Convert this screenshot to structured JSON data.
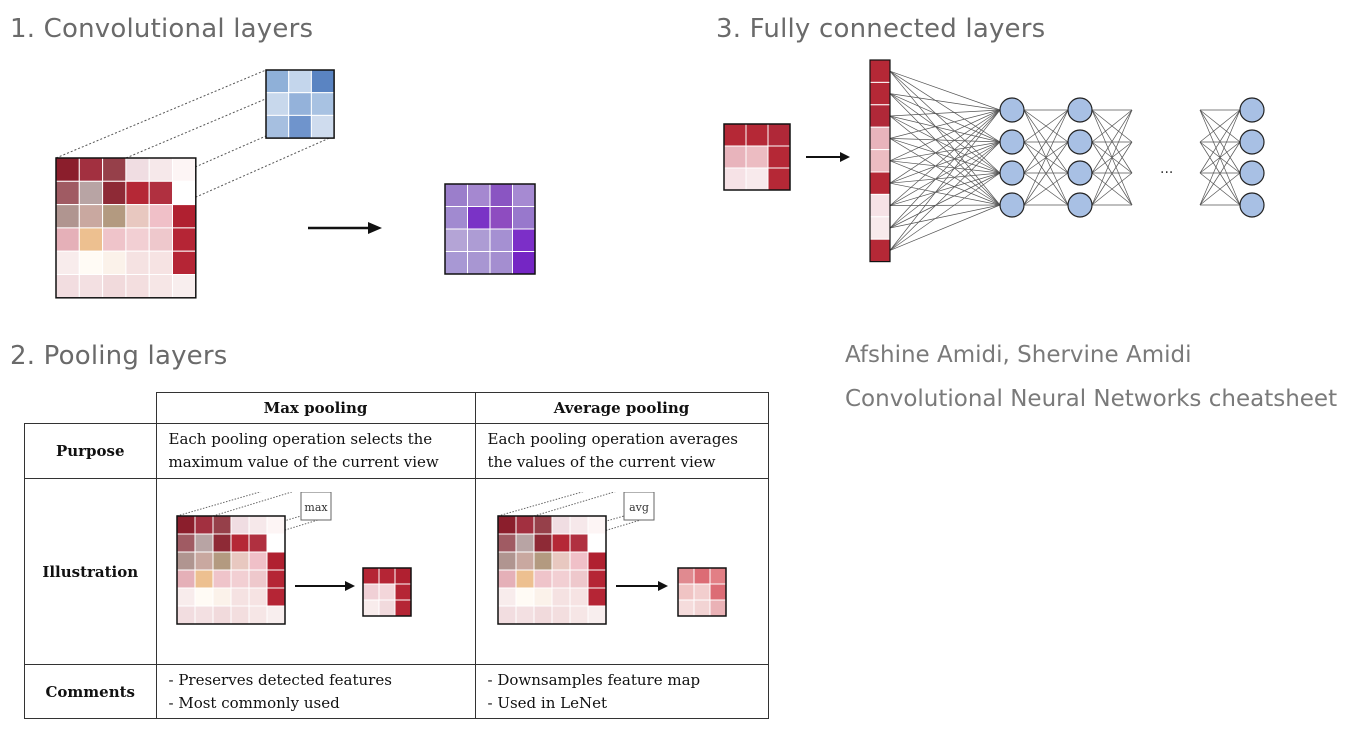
{
  "headings": {
    "conv": "1. Convolutional layers",
    "pool": "2. Pooling layers",
    "fc": "3. Fully connected layers"
  },
  "credit": {
    "authors": "Afshine Amidi, Shervine Amidi",
    "title": "Convolutional Neural Networks cheatsheet"
  },
  "pooling_table": {
    "columns": [
      "Max pooling",
      "Average pooling"
    ],
    "rows": {
      "purpose": {
        "label": "Purpose",
        "max": [
          "Each pooling operation selects the",
          "maximum value of the current view"
        ],
        "avg": [
          "Each pooling operation averages",
          "the values of the current view"
        ]
      },
      "illustration": {
        "label": "Illustration",
        "max_op": "max",
        "avg_op": "avg"
      },
      "comments": {
        "label": "Comments",
        "max": [
          "- Preserves detected features",
          "- Most commonly used"
        ],
        "avg": [
          "- Downsamples feature map",
          "- Used in LeNet"
        ]
      }
    }
  },
  "fc_diagram": {
    "ellipsis": "..."
  },
  "colors": {
    "input_grid": [
      [
        "#8b1e2c",
        "#a23040",
        "#96404a",
        "#f0dde2",
        "#f6e8ea",
        "#fdf5f5"
      ],
      [
        "#a05b63",
        "#b8a4a4",
        "#8e2a36",
        "#b52836",
        "#b03040",
        "#ffffff"
      ],
      [
        "#b09590",
        "#c9a8a0",
        "#b39a80",
        "#e8c8c0",
        "#f0c0c8",
        "#b02030"
      ],
      [
        "#e5b0b8",
        "#edc090",
        "#efc4ca",
        "#f2cfd3",
        "#eec8cc",
        "#b52535"
      ],
      [
        "#f8ecec",
        "#fffbf5",
        "#fbf2ea",
        "#f5e2e2",
        "#f6e3e3",
        "#b52535"
      ],
      [
        "#f2dde0",
        "#f3e0e2",
        "#f1dadc",
        "#f3dedf",
        "#f6e6e6",
        "#f8eeee"
      ]
    ],
    "kernel_grid": [
      [
        "#8fb0d8",
        "#c4d6ec",
        "#5a84c2"
      ],
      [
        "#c8d8ec",
        "#94b2da",
        "#a8c2e2"
      ],
      [
        "#a6bfe0",
        "#6f94cc",
        "#cfdcee"
      ]
    ],
    "output_grid": [
      [
        "#9b7ecb",
        "#a588d0",
        "#8a55c2",
        "#a68ad2"
      ],
      [
        "#a18ad0",
        "#7a33c6",
        "#8e4cc0",
        "#9878cc"
      ],
      [
        "#b4a4d6",
        "#ad9cd4",
        "#a590d2",
        "#7c2fc8"
      ],
      [
        "#a898d4",
        "#a896d2",
        "#a48ed0",
        "#7526c4"
      ]
    ],
    "max_out": [
      [
        "#b52535",
        "#b52535",
        "#b02030"
      ],
      [
        "#f0d0d6",
        "#f3d6da",
        "#b52535"
      ],
      [
        "#f8ecec",
        "#f1dadd",
        "#b52535"
      ]
    ],
    "avg_out": [
      [
        "#e08a90",
        "#dc6c75",
        "#e27f85"
      ],
      [
        "#f0c4c4",
        "#f2cece",
        "#dc6c75"
      ],
      [
        "#f5dcdc",
        "#f2d4d4",
        "#eab2b6"
      ]
    ],
    "fc_input": [
      [
        "#b52836",
        "#b52836",
        "#b02838"
      ],
      [
        "#e8b4bc",
        "#ecbcc2",
        "#b52836"
      ],
      [
        "#f6e2e6",
        "#f8eaec",
        "#b52836"
      ]
    ],
    "fc_vector": [
      "#b52836",
      "#b52836",
      "#b02838",
      "#e8b4bc",
      "#ecbcc2",
      "#b52836",
      "#f6e2e6",
      "#f8eaec",
      "#b52836"
    ],
    "neuron_fill": "#a8c0e4",
    "neuron_stroke": "#222222",
    "edge_color": "#555555"
  }
}
